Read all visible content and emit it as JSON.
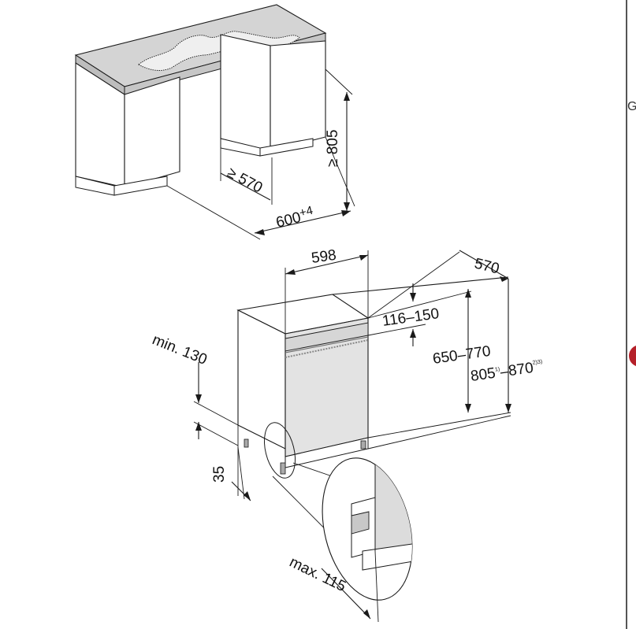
{
  "dimensions": {
    "niche_height": "≥ 805",
    "niche_depth": "≥ 570",
    "niche_width": "600",
    "niche_width_tolerance": "+4",
    "appliance_width": "598",
    "appliance_depth": "570",
    "door_offset": "116–150",
    "adjustable_height": "650–770",
    "total_height_main": "805",
    "total_height_sup1": "1)",
    "total_height_mid": "–870",
    "total_height_sup2": "2)3)",
    "min_clearance": "min. 130",
    "plinth": "35",
    "max_plinth_depth": "max. 115"
  },
  "colors": {
    "countertop": "#d4d4d4",
    "cabinet": "#ffffff",
    "appliance_front": "#e3e3e3",
    "stroke": "#1a1a1a",
    "accent_red": "#b5202a"
  }
}
